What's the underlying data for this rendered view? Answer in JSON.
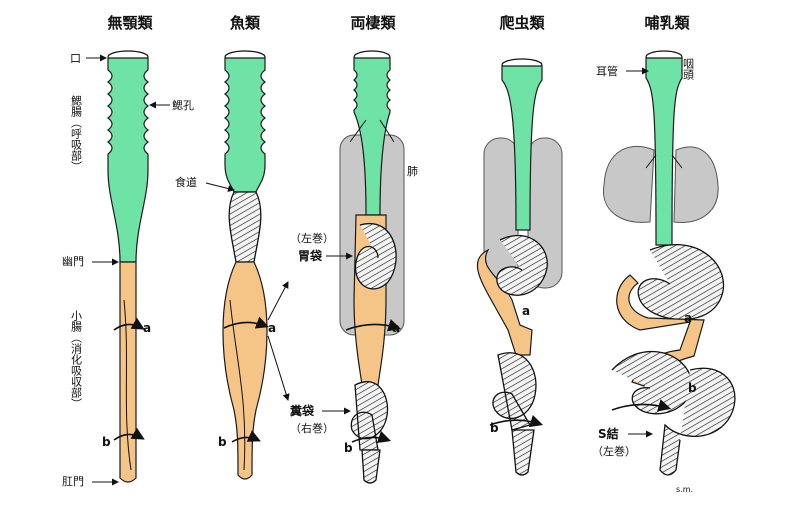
{
  "columns": [
    {
      "id": "agnatha",
      "title": "無顎類"
    },
    {
      "id": "fish",
      "title": "魚類"
    },
    {
      "id": "amphibian",
      "title": "両棲類"
    },
    {
      "id": "reptile",
      "title": "爬虫類"
    },
    {
      "id": "mammal",
      "title": "哺乳類"
    }
  ],
  "labels": {
    "mouth": "口",
    "gill_gut": "鰓腸（呼吸部）",
    "pylorus": "幽門",
    "small_intestine": "小腸（消化吸収部）",
    "anus": "肛門",
    "gill_slits": "鰓孔",
    "esophagus": "食道",
    "lung": "肺",
    "stomach_note": "（左巻）",
    "stomach": "胃袋",
    "fecal_sac": "糞袋",
    "fecal_note": "（右巻）",
    "ear_tube": "耳管",
    "pharynx": "咽頭",
    "s_colon": "S結",
    "s_colon_note": "（左巻）",
    "signature": "s.m."
  },
  "markers": {
    "a": "a",
    "b": "b"
  },
  "colors": {
    "respiratory": "#6fe3a6",
    "digestive": "#f5c487",
    "lung": "#c8c8c8",
    "outline": "#1a1a1a"
  }
}
